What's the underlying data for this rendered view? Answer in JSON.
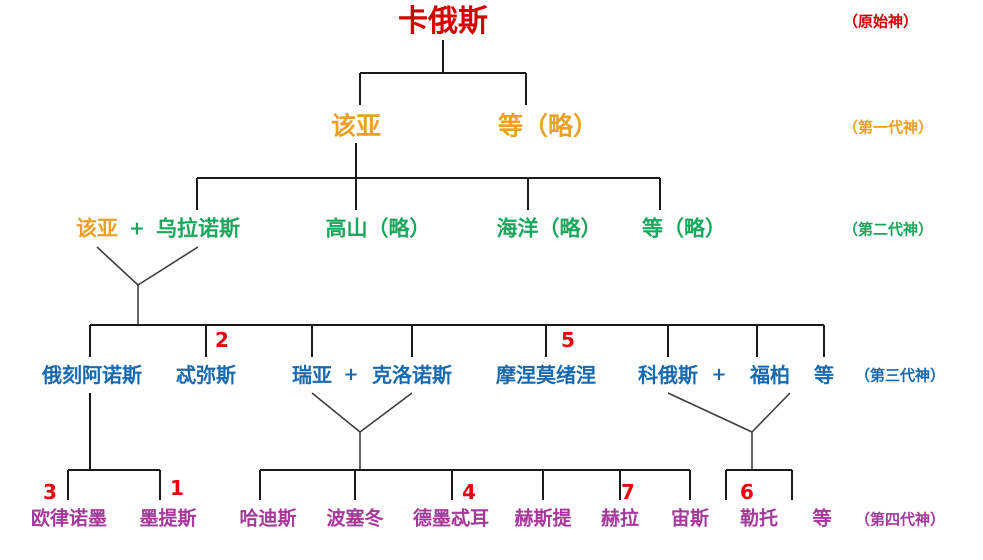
{
  "diagram": {
    "title_text": "卡俄斯",
    "colors": {
      "gen0": "#d40000",
      "gen1": "#eda028",
      "gen2": "#1aa75b",
      "gen3": "#1769b0",
      "gen4": "#a6389b",
      "marker": "#e8000d",
      "line": "#1a1a1a"
    },
    "generation_labels": [
      {
        "text": "（原始神）",
        "color_key": "gen0"
      },
      {
        "text": "（第一代神）",
        "color_key": "gen1"
      },
      {
        "text": "（第二代神）",
        "color_key": "gen2"
      },
      {
        "text": "（第三代神）",
        "color_key": "gen3"
      },
      {
        "text": "（第四代神）",
        "color_key": "gen4"
      }
    ],
    "rows": {
      "row0": [
        {
          "text": "卡俄斯",
          "color_key": "gen0"
        }
      ],
      "row1": [
        {
          "text": "该亚",
          "color_key": "gen1"
        },
        {
          "text": "等（略）",
          "color_key": "gen1"
        }
      ],
      "row2": [
        {
          "text": "该亚",
          "color_key": "gen1"
        },
        {
          "text": "+",
          "color_key": "gen2"
        },
        {
          "text": "乌拉诺斯",
          "color_key": "gen2"
        },
        {
          "text": "高山（略）",
          "color_key": "gen2"
        },
        {
          "text": "海洋（略）",
          "color_key": "gen2"
        },
        {
          "text": "等（略）",
          "color_key": "gen2"
        }
      ],
      "row3": [
        {
          "text": "俄刻阿诺斯",
          "color_key": "gen3"
        },
        {
          "text": "忒弥斯",
          "color_key": "gen3"
        },
        {
          "text": "瑞亚",
          "color_key": "gen3"
        },
        {
          "text": "+",
          "color_key": "gen3"
        },
        {
          "text": "克洛诺斯",
          "color_key": "gen3"
        },
        {
          "text": "摩涅莫绪涅",
          "color_key": "gen3"
        },
        {
          "text": "科俄斯",
          "color_key": "gen3"
        },
        {
          "text": "+",
          "color_key": "gen3"
        },
        {
          "text": "福柏",
          "color_key": "gen3"
        },
        {
          "text": "等",
          "color_key": "gen3"
        }
      ],
      "row4": [
        {
          "text": "欧律诺墨",
          "color_key": "gen4"
        },
        {
          "text": "墨提斯",
          "color_key": "gen4"
        },
        {
          "text": "哈迪斯",
          "color_key": "gen4"
        },
        {
          "text": "波塞冬",
          "color_key": "gen4"
        },
        {
          "text": "德墨忒耳",
          "color_key": "gen4"
        },
        {
          "text": "赫斯提",
          "color_key": "gen4"
        },
        {
          "text": "赫拉",
          "color_key": "gen4"
        },
        {
          "text": "宙斯",
          "color_key": "gen4"
        },
        {
          "text": "勒托",
          "color_key": "gen4"
        },
        {
          "text": "等",
          "color_key": "gen4"
        }
      ]
    },
    "markers": [
      {
        "text": "2",
        "for": "忒弥斯"
      },
      {
        "text": "5",
        "for": "摩涅莫绪涅"
      },
      {
        "text": "3",
        "for": "欧律诺墨"
      },
      {
        "text": "1",
        "for": "墨提斯"
      },
      {
        "text": "4",
        "for": "德墨忒耳"
      },
      {
        "text": "7",
        "for": "赫拉"
      },
      {
        "text": "6",
        "for": "勒托"
      }
    ]
  }
}
